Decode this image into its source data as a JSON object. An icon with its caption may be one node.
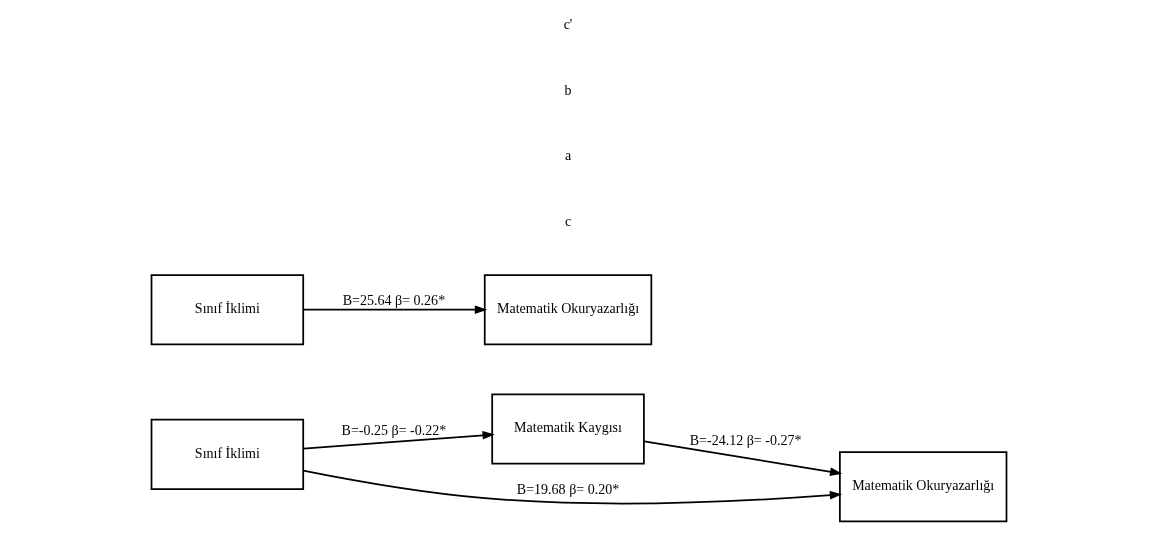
{
  "diagram": {
    "nodes": [
      {
        "text": [
          "Sınıf İklimi"
        ]
      },
      {
        "text": [
          "Matematik Okuryazarlığı"
        ]
      },
      {
        "text": [
          "Matematik Kaygısı"
        ]
      },
      {
        "text": [
          "Sınıf İklimi"
        ]
      },
      {
        "text": [
          "Matematik Okuryazarlığı"
        ]
      }
    ],
    "edges": [
      {
        "from": 0,
        "to": 1,
        "arrow": "to",
        "label": "B=25.64 β= 0.26*"
      },
      {
        "from": 3,
        "to": 2,
        "arrow": "to",
        "label": "B=-0.25 β= -0.22*"
      },
      {
        "from": 2,
        "to": 4,
        "arrow": "to",
        "label": "B=-24.12 β= -0.27*"
      },
      {
        "from": 3,
        "to": 4,
        "arrow": "to",
        "label": "B=19.68 β= 0.20*"
      }
    ],
    "labels": [
      "c",
      "a",
      "b",
      "c'"
    ]
  }
}
